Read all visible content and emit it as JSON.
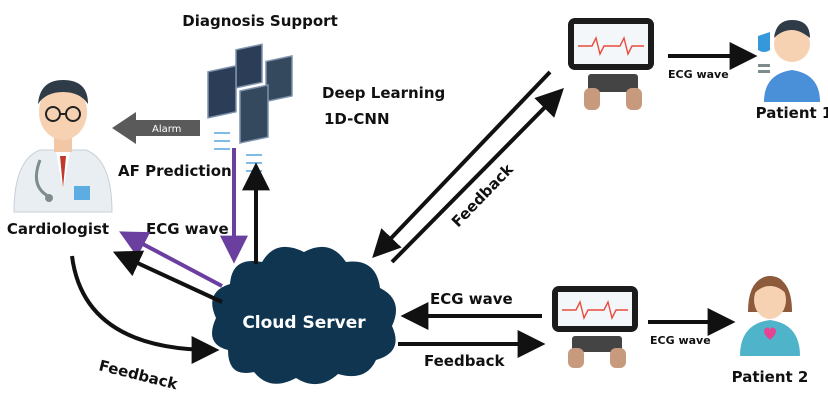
{
  "labels": {
    "diagnosis_support": "Diagnosis Support",
    "deep_learning": "Deep Learning",
    "model": "1D-CNN",
    "alarm": "Alarm",
    "af_prediction": "AF Prediction",
    "cardiologist": "Cardiologist",
    "ecg_wave_doctor": "ECG wave",
    "cloud_server": "Cloud Server",
    "feedback_doctor": "Feedback",
    "feedback_patient1": "Feedback",
    "ecg_wave_patient1": "ECG wave",
    "patient1": "Patient 1",
    "ecg_wave_to_cloud": "ECG wave",
    "feedback_to_patient2": "Feedback",
    "ecg_wave_patient2": "ECG wave",
    "patient2": "Patient 2"
  },
  "colors": {
    "cloud": "#0f3550",
    "purple_arrow": "#6b3fa0",
    "alarm_arrow": "#5a5a5a",
    "server": "#2c3e57",
    "patient1_shirt": "#4a90d9",
    "patient2_shirt": "#4fb3c9"
  },
  "icons": [
    "server-rack-icon",
    "doctor-icon",
    "patient-icon",
    "ecg-device-icon",
    "cloud-icon"
  ]
}
